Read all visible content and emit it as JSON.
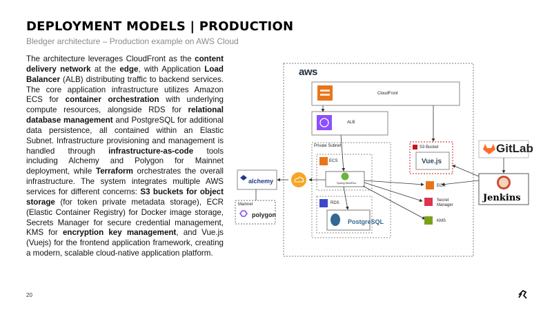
{
  "header": {
    "title": "DEPLOYMENT MODELS | PRODUCTION",
    "subtitle": "Bledger architecture – Production example on AWS Cloud"
  },
  "body": {
    "segments": [
      {
        "t": "The architecture leverages CloudFront as the ",
        "b": false
      },
      {
        "t": "content delivery network",
        "b": true
      },
      {
        "t": " at the ",
        "b": false
      },
      {
        "t": "edge",
        "b": true
      },
      {
        "t": ", with Application ",
        "b": false
      },
      {
        "t": "Load Balancer",
        "b": true
      },
      {
        "t": " (ALB) distributing traffic to backend services. The core application infrastructure utilizes Amazon ECS for ",
        "b": false
      },
      {
        "t": "container orchestration",
        "b": true
      },
      {
        "t": " with underlying compute resources, alongside RDS for ",
        "b": false
      },
      {
        "t": "relational database management",
        "b": true
      },
      {
        "t": " and PostgreSQL for additional data persistence, all contained within an Elastic Subnet. Infrastructure provisioning and management is handled through ",
        "b": false
      },
      {
        "t": "infrastructure-as-code",
        "b": true
      },
      {
        "t": " tools including Alchemy and Polygon for Mainnet deployment, while ",
        "b": false
      },
      {
        "t": "Terraform",
        "b": true
      },
      {
        "t": " orchestrates the overall infrastructure. The system integrates multiple AWS services for different concerns: ",
        "b": false
      },
      {
        "t": "S3 buckets for object storage",
        "b": true
      },
      {
        "t": " (for token private metadata storage), ECR (Elastic Container Registry) for Docker image storage, Secrets Manager for secure credential management, KMS for ",
        "b": false
      },
      {
        "t": "encryption key management",
        "b": true
      },
      {
        "t": ", and Vue.js (Vuejs) for the frontend application framework, creating a modern, scalable cloud-native application platform.",
        "b": false
      }
    ]
  },
  "footer": {
    "page_number": "20"
  },
  "diagram": {
    "aws_label": "aws",
    "cloudfront_label": "CloudFront",
    "alb_label": "ALB",
    "private_subnet_label": "Private Subnet",
    "ecs_label": "ECS",
    "spring_label": "Spring WebFlux",
    "rds_label": "RDS",
    "postgres_label": "PostgreSQL",
    "s3_label": "S3 Bucket",
    "vuejs_label": "Vue.js",
    "ecr_label": "ECR",
    "secret_label_1": "Secret",
    "secret_label_2": "Manager",
    "kms_label": "KMS",
    "alchemy_label": "alchemy",
    "mainnet_label": "Mainnet",
    "polygon_label": "polygon",
    "gitlab_label": "GitLab",
    "jenkins_label": "Jenkins",
    "colors": {
      "cloudfront": "#e8751a",
      "alb": "#8c4fff",
      "spring": "#6db33f",
      "rds": "#3b48cc",
      "s3": "#c7131f",
      "ecr": "#e8751a",
      "secret": "#dd344c",
      "kms": "#7aa116",
      "cloud_orange": "#f5a623",
      "gitlab": "#fc6d26",
      "polygon": "#8247e5"
    }
  }
}
